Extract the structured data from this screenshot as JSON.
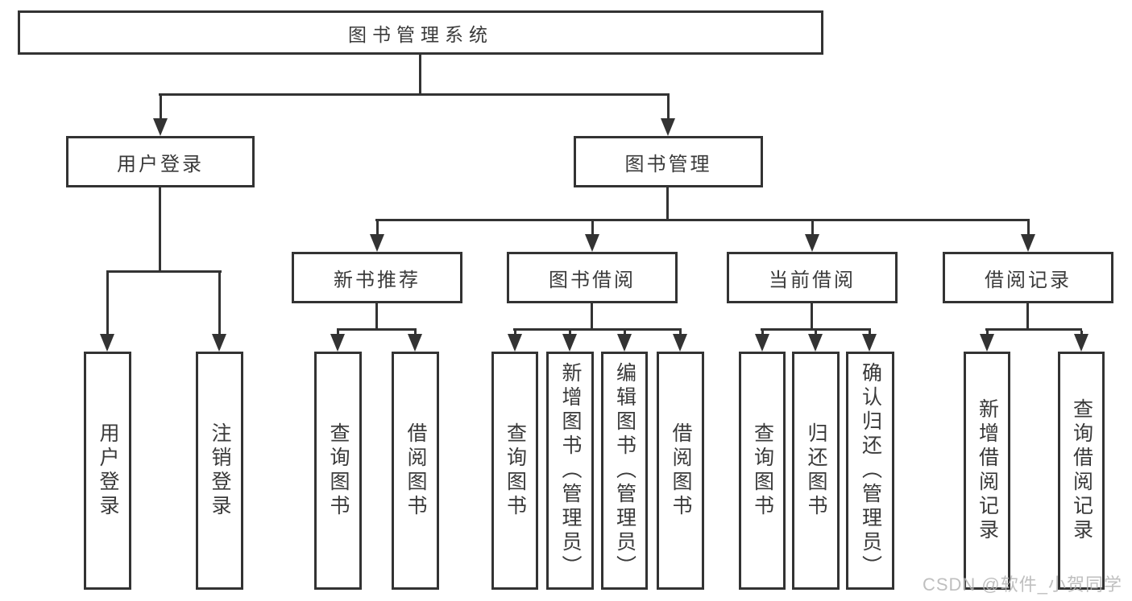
{
  "nodes": {
    "root": "图书管理系统",
    "user_login": "用户登录",
    "book_mgmt": "图书管理",
    "login": "用户登录",
    "logout": "注销登录",
    "new_book_rec": "新书推荐",
    "book_borrow": "图书借阅",
    "current_borrow": "当前借阅",
    "borrow_record": "借阅记录",
    "nb_query_book": "查询图书",
    "nb_borrow_book": "借阅图书",
    "bb_query_book": "查询图书",
    "bb_add_book": "新增图书（管理员）",
    "bb_edit_book": "编辑图书（管理员）",
    "bb_borrow_book": "借阅图书",
    "cb_query_book": "查询图书",
    "cb_return_book": "归还图书",
    "cb_confirm_return": "确认归还（管理员）",
    "br_add_record": "新增借阅记录",
    "br_query_record": "查询借阅记录"
  },
  "edges": [
    {
      "from": "图书管理系统",
      "to": "用户登录"
    },
    {
      "from": "图书管理系统",
      "to": "图书管理"
    },
    {
      "from": "用户登录",
      "to": "用户登录"
    },
    {
      "from": "用户登录",
      "to": "注销登录"
    },
    {
      "from": "图书管理",
      "to": "新书推荐"
    },
    {
      "from": "图书管理",
      "to": "图书借阅"
    },
    {
      "from": "图书管理",
      "to": "当前借阅"
    },
    {
      "from": "图书管理",
      "to": "借阅记录"
    },
    {
      "from": "新书推荐",
      "to": "查询图书"
    },
    {
      "from": "新书推荐",
      "to": "借阅图书"
    },
    {
      "from": "图书借阅",
      "to": "查询图书"
    },
    {
      "from": "图书借阅",
      "to": "新增图书（管理员）"
    },
    {
      "from": "图书借阅",
      "to": "编辑图书（管理员）"
    },
    {
      "from": "图书借阅",
      "to": "借阅图书"
    },
    {
      "from": "当前借阅",
      "to": "查询图书"
    },
    {
      "from": "当前借阅",
      "to": "归还图书"
    },
    {
      "from": "当前借阅",
      "to": "确认归还（管理员）"
    },
    {
      "from": "借阅记录",
      "to": "新增借阅记录"
    },
    {
      "from": "借阅记录",
      "to": "查询借阅记录"
    }
  ],
  "watermark": "CSDN @软件_小贺同学",
  "colors": {
    "line": "#333333",
    "text": "#3a3a3a",
    "background": "#ffffff",
    "watermark": "#b5b5b5"
  }
}
